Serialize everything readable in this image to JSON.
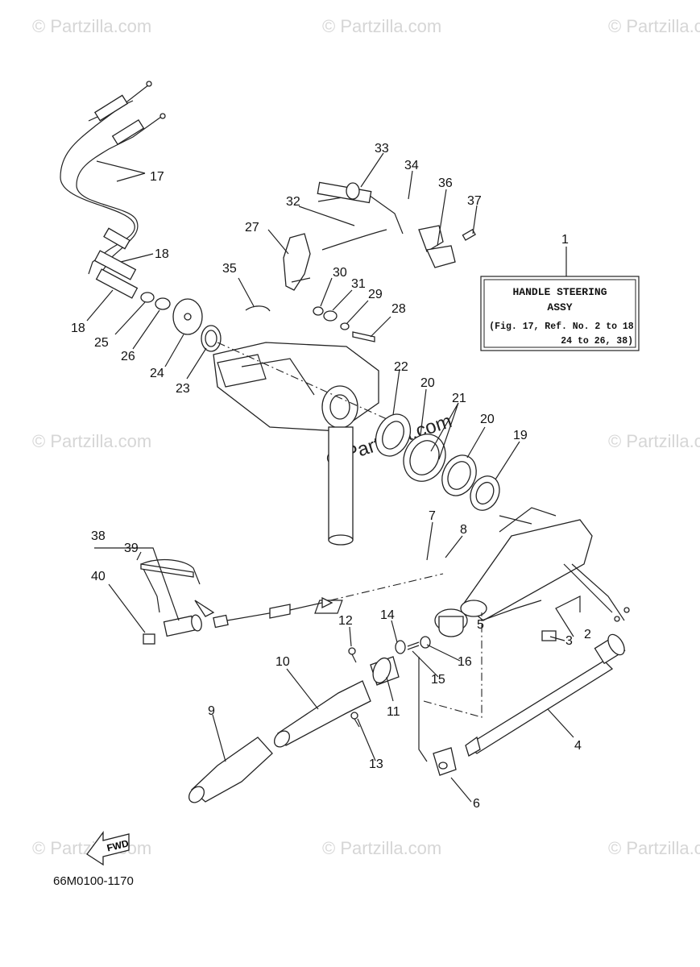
{
  "watermark": "© Partzilla.com",
  "assembly_box": {
    "ref": "1",
    "title": "HANDLE STEERING",
    "subtitle": "ASSY",
    "note_line1": "(Fig. 17, Ref. No. 2 to 18",
    "note_line2": "24 to 26, 38)"
  },
  "fwd_label": "FWD",
  "diagram_code": "66M0100-1170",
  "callouts": [
    "1",
    "2",
    "3",
    "4",
    "5",
    "6",
    "7",
    "8",
    "9",
    "10",
    "11",
    "12",
    "13",
    "14",
    "15",
    "16",
    "17",
    "18",
    "18",
    "19",
    "20",
    "20",
    "21",
    "22",
    "23",
    "24",
    "25",
    "26",
    "27",
    "28",
    "29",
    "30",
    "31",
    "32",
    "33",
    "34",
    "35",
    "36",
    "37",
    "38",
    "39",
    "40"
  ]
}
